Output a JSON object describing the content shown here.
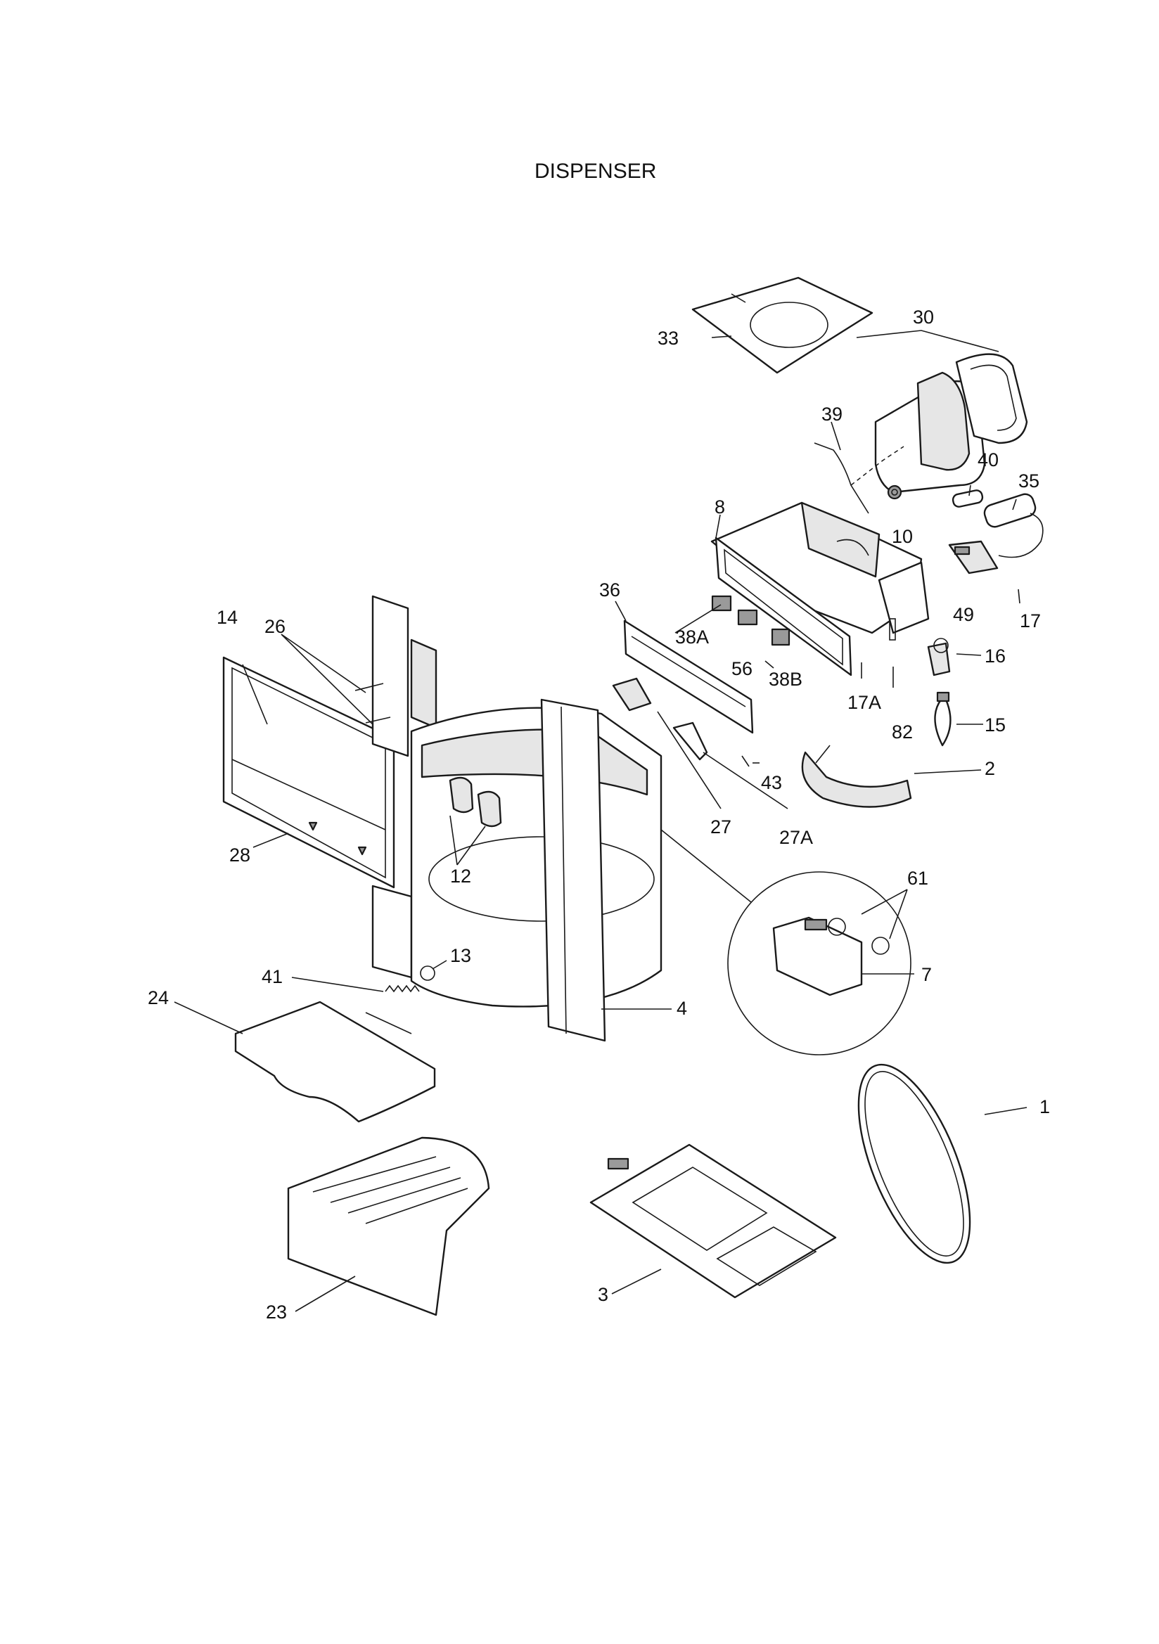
{
  "title": "DISPENSER",
  "callouts": {
    "c1": "1",
    "c2": "2",
    "c3": "3",
    "c4": "4",
    "c7": "7",
    "c8": "8",
    "c10": "10",
    "c12": "12",
    "c13": "13",
    "c14": "14",
    "c15": "15",
    "c16": "16",
    "c17": "17",
    "c17a": "17A",
    "c23": "23",
    "c24": "24",
    "c26": "26",
    "c27": "27",
    "c27a": "27A",
    "c28": "28",
    "c30": "30",
    "c33": "33",
    "c35": "35",
    "c36": "36",
    "c38a": "38A",
    "c38b": "38B",
    "c39": "39",
    "c40": "40",
    "c41": "41",
    "c43": "43",
    "c49": "49",
    "c56": "56",
    "c61": "61",
    "c82": "82"
  }
}
